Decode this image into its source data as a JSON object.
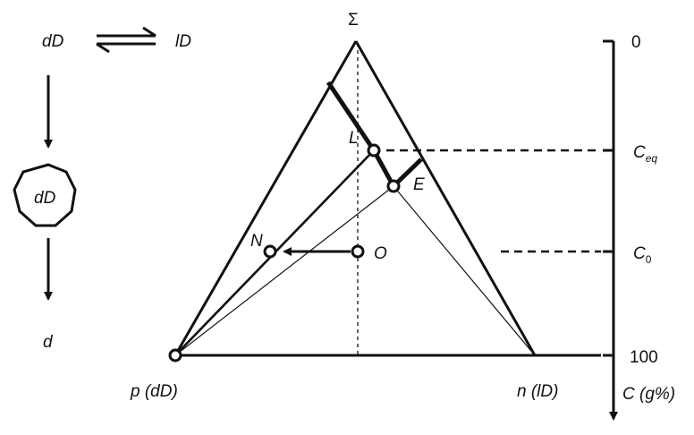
{
  "scheme": {
    "dD": "dD",
    "lD": "lD",
    "dD_crystal": "dD",
    "d": "d"
  },
  "triangle": {
    "apex": "Σ",
    "left_vertex": "p (dD)",
    "right_vertex": "n (lD)"
  },
  "points": {
    "L": "L",
    "E": "E",
    "N": "N",
    "O": "O"
  },
  "axis": {
    "top": "0",
    "ceq": "C",
    "ceq_sub": "eq",
    "c0": "C",
    "c0_sub": "0",
    "bottom": "100",
    "title": "C (g%)"
  },
  "colors": {
    "ink": "#111111"
  }
}
